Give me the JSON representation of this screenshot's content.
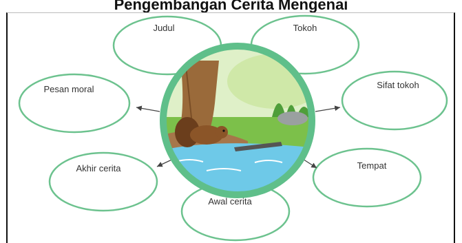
{
  "header": {
    "title": "Pengembangan Cerita Mengenai"
  },
  "diagram": {
    "center_image": "squirrel-by-river-illustration",
    "nodes": [
      {
        "name": "node-judul",
        "label": "Judul"
      },
      {
        "name": "node-tokoh",
        "label": "Tokoh"
      },
      {
        "name": "node-pesan-moral",
        "label": "Pesan moral"
      },
      {
        "name": "node-sifat-tokoh",
        "label": "Sifat tokoh"
      },
      {
        "name": "node-akhir-cerita",
        "label": "Akhir cerita"
      },
      {
        "name": "node-tempat",
        "label": "Tempat"
      },
      {
        "name": "node-awal-cerita",
        "label": "Awal cerita"
      }
    ],
    "colors": {
      "node_border": "#6cc28e",
      "center_ring": "#5fbf8a",
      "arrow": "#444444"
    }
  }
}
